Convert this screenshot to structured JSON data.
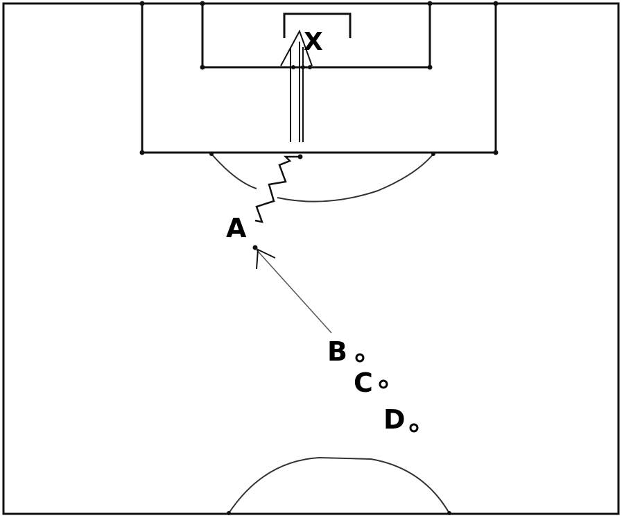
{
  "diagram": {
    "players": [
      {
        "id": "A",
        "label": "A"
      },
      {
        "id": "B",
        "label": "B"
      },
      {
        "id": "C",
        "label": "C"
      },
      {
        "id": "D",
        "label": "D"
      }
    ],
    "target": {
      "label": "X"
    },
    "colors": {
      "lines": "#111111",
      "background": "#ffffff"
    }
  }
}
